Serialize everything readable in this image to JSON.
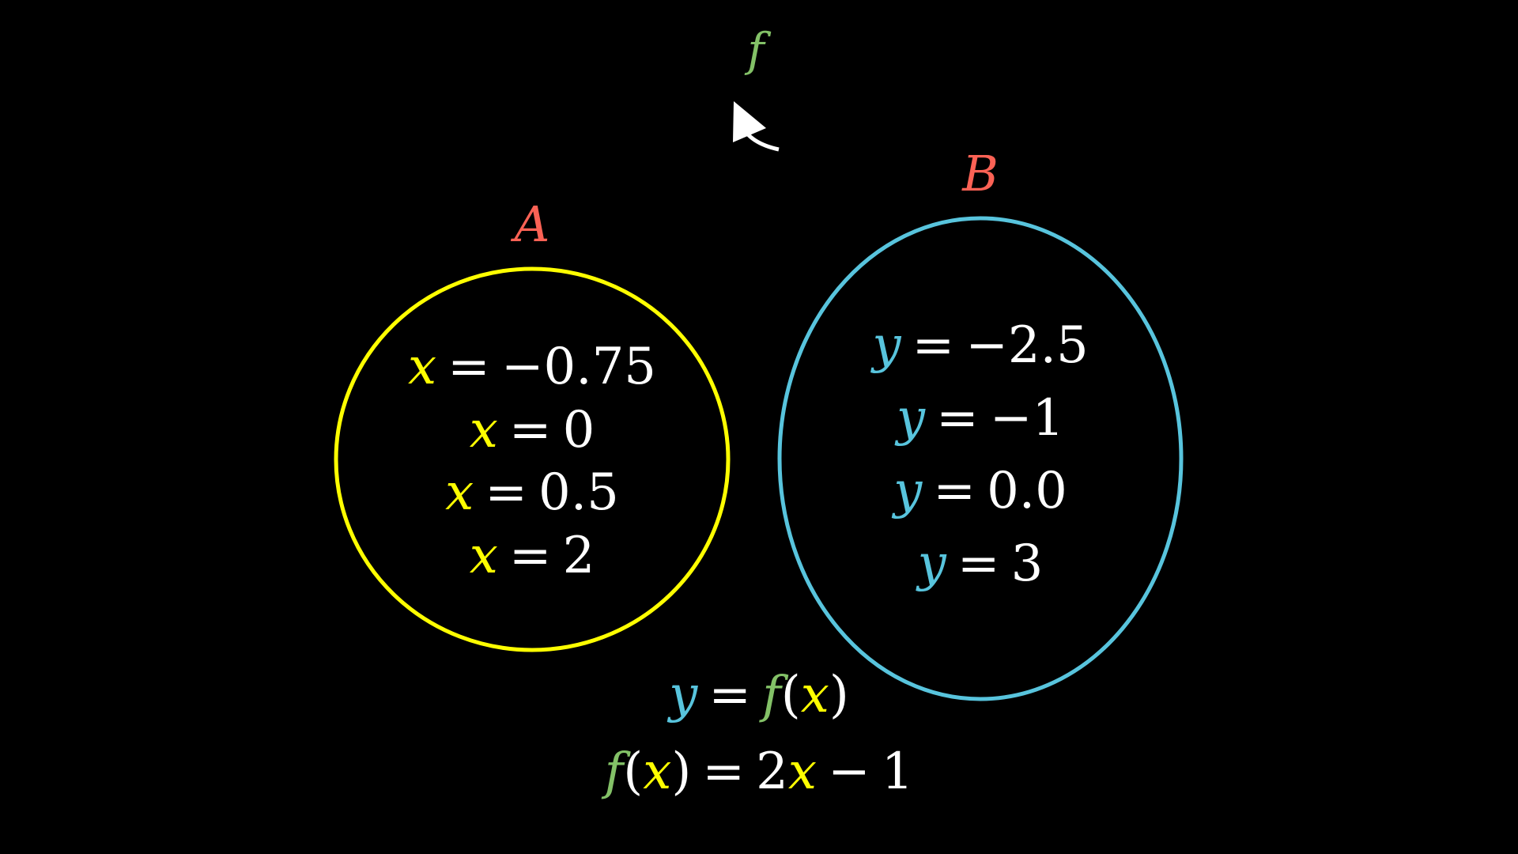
{
  "colors": {
    "background": "#000000",
    "set_a_ring": "#FFFF00",
    "set_b_ring": "#58C4DD",
    "set_label": "#FC6255",
    "function": "#83C167",
    "x_var": "#FFFF00",
    "y_var": "#58C4DD",
    "text": "#FFFFFF"
  },
  "function_label": "f",
  "arrow": {
    "icon": "curved-arrow"
  },
  "set_a": {
    "label": "A",
    "items": [
      {
        "var": "x",
        "eq": "=",
        "value": "−0.75"
      },
      {
        "var": "x",
        "eq": "=",
        "value": "0"
      },
      {
        "var": "x",
        "eq": "=",
        "value": "0.5"
      },
      {
        "var": "x",
        "eq": "=",
        "value": "2"
      }
    ]
  },
  "set_b": {
    "label": "B",
    "items": [
      {
        "var": "y",
        "eq": "=",
        "value": "−2.5"
      },
      {
        "var": "y",
        "eq": "=",
        "value": "−1"
      },
      {
        "var": "y",
        "eq": "=",
        "value": "0.0"
      },
      {
        "var": "y",
        "eq": "=",
        "value": "3"
      }
    ]
  },
  "equation_1": {
    "lhs": "y",
    "eq": "=",
    "fn": "f",
    "open": "(",
    "arg": "x",
    "close": ")"
  },
  "equation_2": {
    "fn": "f",
    "open": "(",
    "arg": "x",
    "close": ")",
    "eq": "=",
    "coef": "2",
    "var": "x",
    "minus": "−",
    "const": "1"
  }
}
